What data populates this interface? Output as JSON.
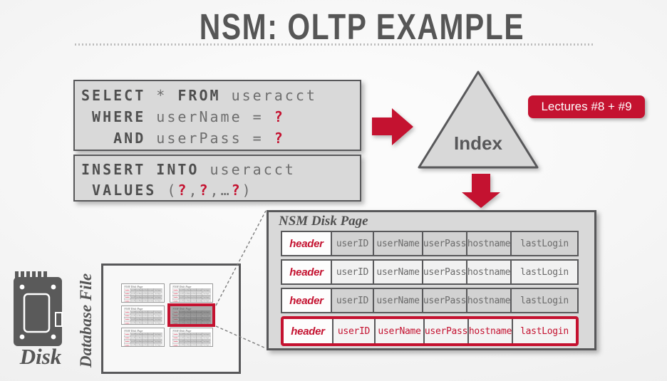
{
  "colors": {
    "red": "#c41230",
    "dark": "#4f4f4f",
    "border": "#58585a",
    "gray_text": "#6e6e6e",
    "box_fill": "#d9d9d9",
    "cell_gray": "#d2d2d2",
    "cell_light": "#f1f1f1",
    "cell_white": "#fdfdfd"
  },
  "title": "NSM: OLTP EXAMPLE",
  "sql_boxes": [
    {
      "name": "select-query",
      "lines": [
        [
          {
            "t": "SELECT",
            "s": "kw"
          },
          {
            "t": " * ",
            "s": "p"
          },
          {
            "t": "FROM",
            "s": "kw"
          },
          {
            "t": " useracct",
            "s": "p"
          }
        ],
        [
          {
            "t": " WHERE",
            "s": "kw"
          },
          {
            "t": " userName = ",
            "s": "p"
          },
          {
            "t": "?",
            "s": "q"
          }
        ],
        [
          {
            "t": "   AND",
            "s": "kw"
          },
          {
            "t": " userPass = ",
            "s": "p"
          },
          {
            "t": "?",
            "s": "q"
          }
        ]
      ]
    },
    {
      "name": "insert-query",
      "lines": [
        [
          {
            "t": "INSERT INTO",
            "s": "kw"
          },
          {
            "t": " useracct",
            "s": "p"
          }
        ],
        [
          {
            "t": " VALUES",
            "s": "kw"
          },
          {
            "t": " (",
            "s": "p"
          },
          {
            "t": "?",
            "s": "q"
          },
          {
            "t": ",",
            "s": "p"
          },
          {
            "t": "?",
            "s": "q"
          },
          {
            "t": ",…",
            "s": "p"
          },
          {
            "t": "?",
            "s": "q"
          },
          {
            "t": ")",
            "s": "p"
          }
        ]
      ]
    }
  ],
  "index_triangle": {
    "label": "Index"
  },
  "badge": {
    "label": "Lectures #8 + #9"
  },
  "disk_page": {
    "title": "NSM Disk Page",
    "header_label": "header",
    "columns": [
      "userID",
      "userName",
      "userPass",
      "hostname",
      "lastLogin"
    ],
    "row_variants": [
      "gray",
      "light",
      "gray",
      "highlight"
    ]
  },
  "database_file": {
    "label": "Database File",
    "mini_title": "NSM Disk Page",
    "mini_count": 6,
    "highlighted_index": 3,
    "mini_row_variants": [
      "gray",
      "light",
      "gray",
      "light"
    ]
  },
  "disk": {
    "label": "Disk"
  }
}
